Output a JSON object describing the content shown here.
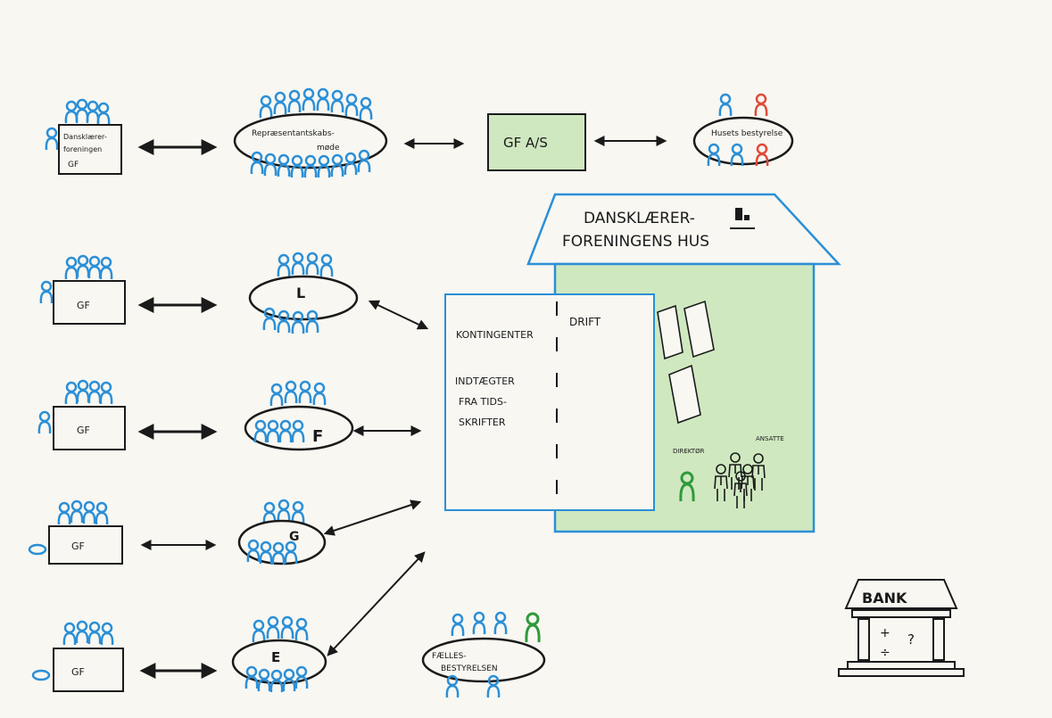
{
  "colors": {
    "paper": "#f8f7f2",
    "ink": "#1a1a1a",
    "blue_marker": "#2b8fd6",
    "red_marker": "#e04a3a",
    "green_marker": "#2e9a3a",
    "light_green_fill": "#cfe8c0",
    "house_blue": "#2b8fd6"
  },
  "top_row": {
    "dk_box_line1": "Dansklærer-",
    "dk_box_line2": "foreningen",
    "dk_box_line3": "GF",
    "repr_line1": "Repræsentantskabs-",
    "repr_line2": "møde",
    "gf_as": "GF A/S",
    "husets_bestyrelse": "Husets bestyrelse"
  },
  "sections": [
    {
      "gf_label": "GF",
      "section_letter": "L"
    },
    {
      "gf_label": "GF",
      "section_letter": "F"
    },
    {
      "gf_label": "GF",
      "section_letter": "G"
    },
    {
      "gf_label": "GF",
      "section_letter": "E"
    }
  ],
  "house": {
    "title_line1": "DANSKLÆRER-",
    "title_line2": "FORENINGENS HUS",
    "logo": "dansklaererforeningen-logo"
  },
  "ledger": {
    "left_item1": "KONTINGENTER",
    "left_item2_line1": "INDTÆGTER",
    "left_item2_line2": "FRA TIDS-",
    "left_item2_line3": "SKRIFTER",
    "right_header": "DRIFT"
  },
  "people": {
    "direktor": "DIREKTØR",
    "ansatte": "ANSATTE"
  },
  "faelles": {
    "line1": "FÆLLES-",
    "line2": "BESTYRELSEN"
  },
  "bank": {
    "label": "BANK",
    "plus": "+",
    "question": "?",
    "divide": "÷"
  }
}
